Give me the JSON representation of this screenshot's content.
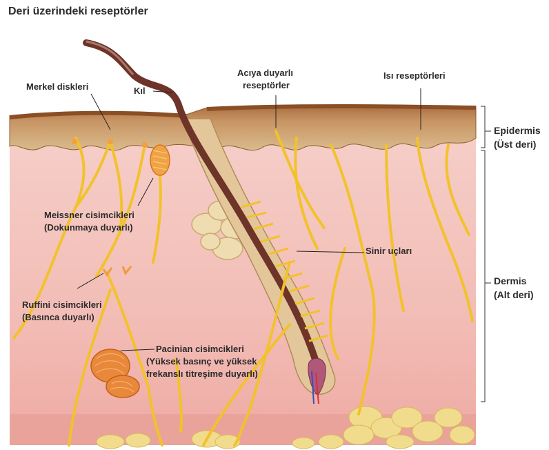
{
  "title": "Deri üzerindeki reseptörler",
  "labels": {
    "merkel": "Merkel diskleri",
    "kil": "Kıl",
    "aciya_1": "Acıya duyarlı",
    "aciya_2": "reseptörler",
    "isi": "Isı reseptörleri",
    "meissner_1": "Meissner cisimcikleri",
    "meissner_2": "(Dokunmaya duyarlı)",
    "ruffini_1": "Ruffini cisimcikleri",
    "ruffini_2": "(Basınca duyarlı)",
    "pacinian_1": "Pacinian cisimcikleri",
    "pacinian_2": "(Yüksek basınç ve yüksek",
    "pacinian_3": "frekanslı titreşime duyarlı)",
    "sinir": "Sinir uçları"
  },
  "layers": {
    "epidermis_1": "Epidermis",
    "epidermis_2": "(Üst deri)",
    "dermis_1": "Dermis",
    "dermis_2": "(Alt deri)"
  },
  "colors": {
    "epidermis": "#b07a48",
    "dermis": "#f4c2bd",
    "nerve": "#f2c22c",
    "hair": "#6e3329",
    "fat": "#f0d88a"
  }
}
